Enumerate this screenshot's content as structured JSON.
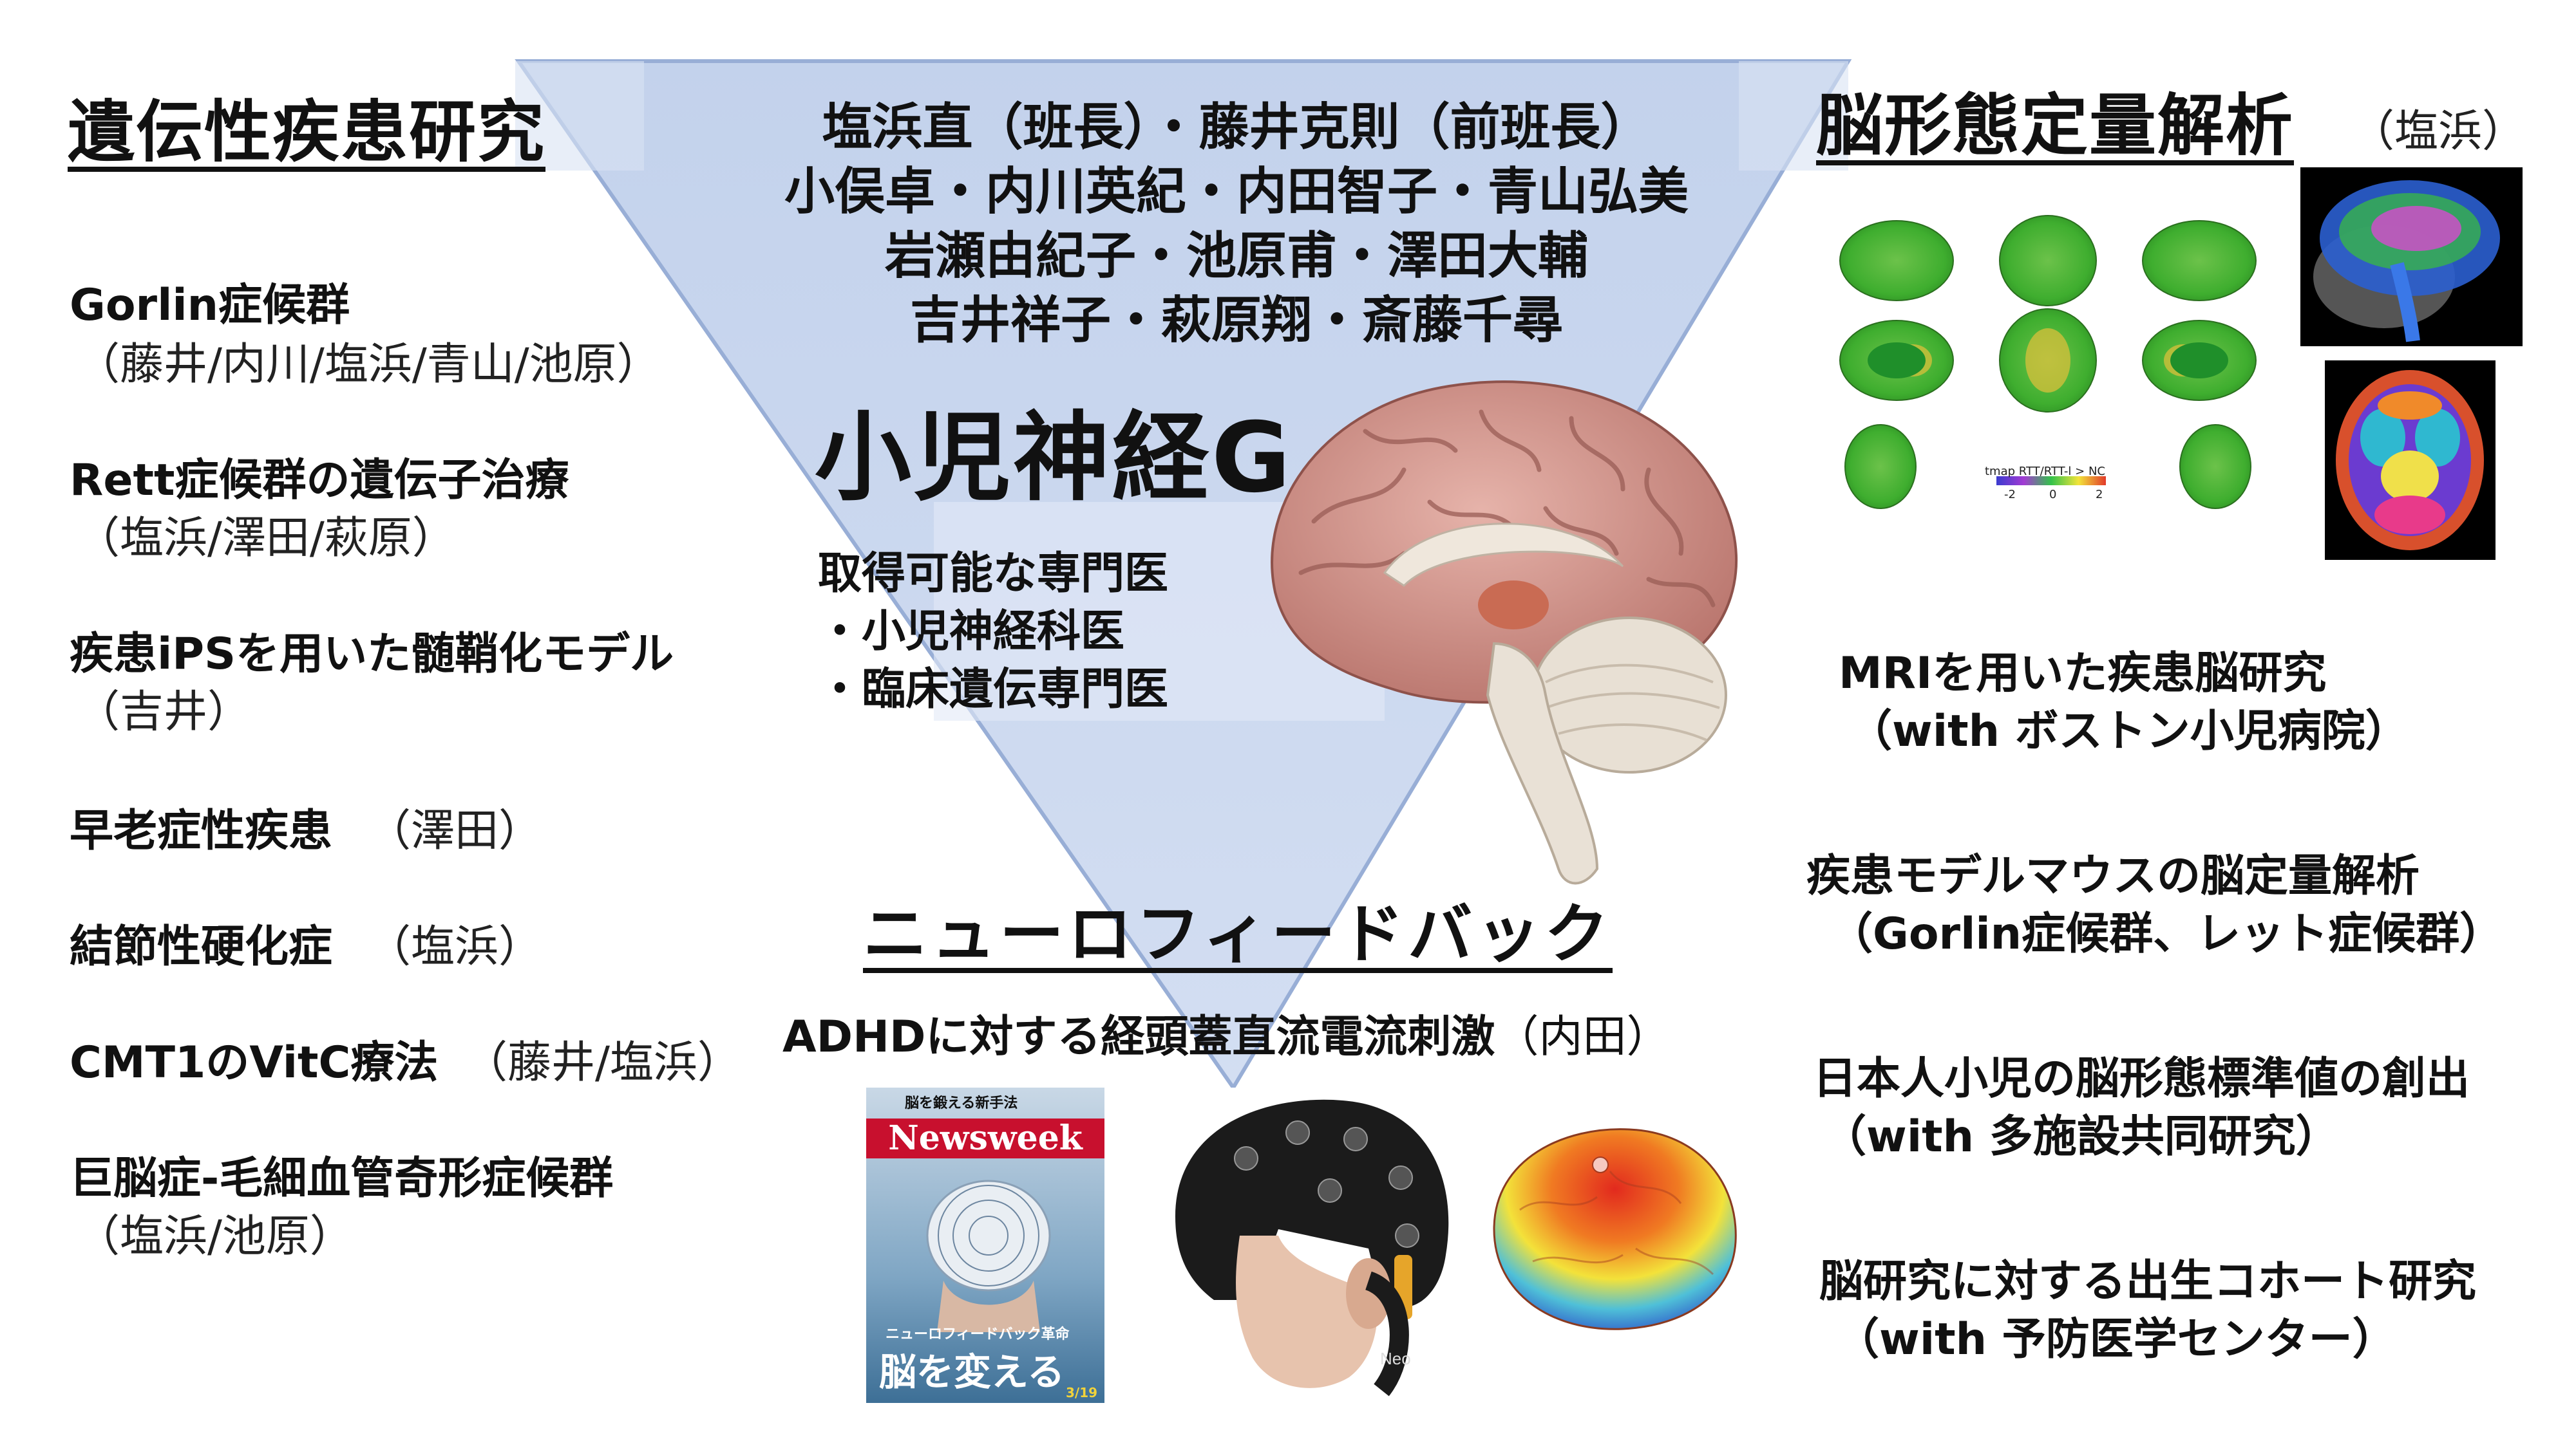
{
  "left": {
    "title": "遺伝性疾患研究",
    "items": [
      {
        "main": "Gorlin症候群",
        "sub": "（藤井/内川/塩浜/青山/池原）"
      },
      {
        "main": "Rett症候群の遺伝子治療",
        "sub": "（塩浜/澤田/萩原）"
      },
      {
        "main": "疾患iPSを用いた髄鞘化モデル",
        "sub": "（吉井）"
      },
      {
        "main": "早老症性疾患",
        "sub": "（澤田）"
      },
      {
        "main": "結節性硬化症",
        "sub": "（塩浜）"
      },
      {
        "main": "CMT1のVitC療法",
        "sub": "（藤井/塩浜）"
      },
      {
        "main": "巨脳症-毛細血管奇形症候群",
        "sub": "（塩浜/池原）"
      }
    ]
  },
  "center": {
    "team": [
      "塩浜直（班長）・藤井克則（前班長）",
      "小俣卓・内川英紀・内田智子・青山弘美",
      "岩瀬由紀子・池原甫・澤田大輔",
      "吉井祥子・萩原翔・斎藤千尋"
    ],
    "group_name": "小児神経G",
    "specialist_title": "取得可能な専門医",
    "specialists": [
      "・小児神経科医",
      "・臨床遺伝専門医"
    ]
  },
  "right": {
    "title": "脳形態定量解析",
    "title_note": "（塩浜）",
    "colorbar_label": "tmap RTT/RTT-l > NC",
    "colorbar_ticks": [
      "-2",
      "0",
      "2"
    ],
    "items": [
      {
        "main": "MRIを用いた疾患脳研究",
        "sub": "（with ボストン小児病院）"
      },
      {
        "main": "疾患モデルマウスの脳定量解析",
        "sub": "（Gorlin症候群、レット症候群）"
      },
      {
        "main": "日本人小児の脳形態標準値の創出",
        "sub": "（with 多施設共同研究）"
      },
      {
        "main": "脳研究に対する出生コホート研究",
        "sub": "（with 予防医学センター）"
      }
    ]
  },
  "bottom": {
    "title": "ニューロフィードバック",
    "desc_main": "ADHDに対する経頭蓋直流電流刺激",
    "desc_note": "（内田）",
    "magazine": {
      "logo": "Newsweek",
      "headline": "脳を変える",
      "subheadline": "ニューロフィードバック革命",
      "tagline": "脳を鍛える新手法",
      "date": "3/19"
    },
    "cap_brand": "Neo"
  },
  "colors": {
    "triangle_fill": "#c9d6ee",
    "triangle_stroke": "#98aed6",
    "brain_pink": "#d49b93",
    "cortex_green": "#3fae2f",
    "newsweek_red": "#c8102e"
  }
}
